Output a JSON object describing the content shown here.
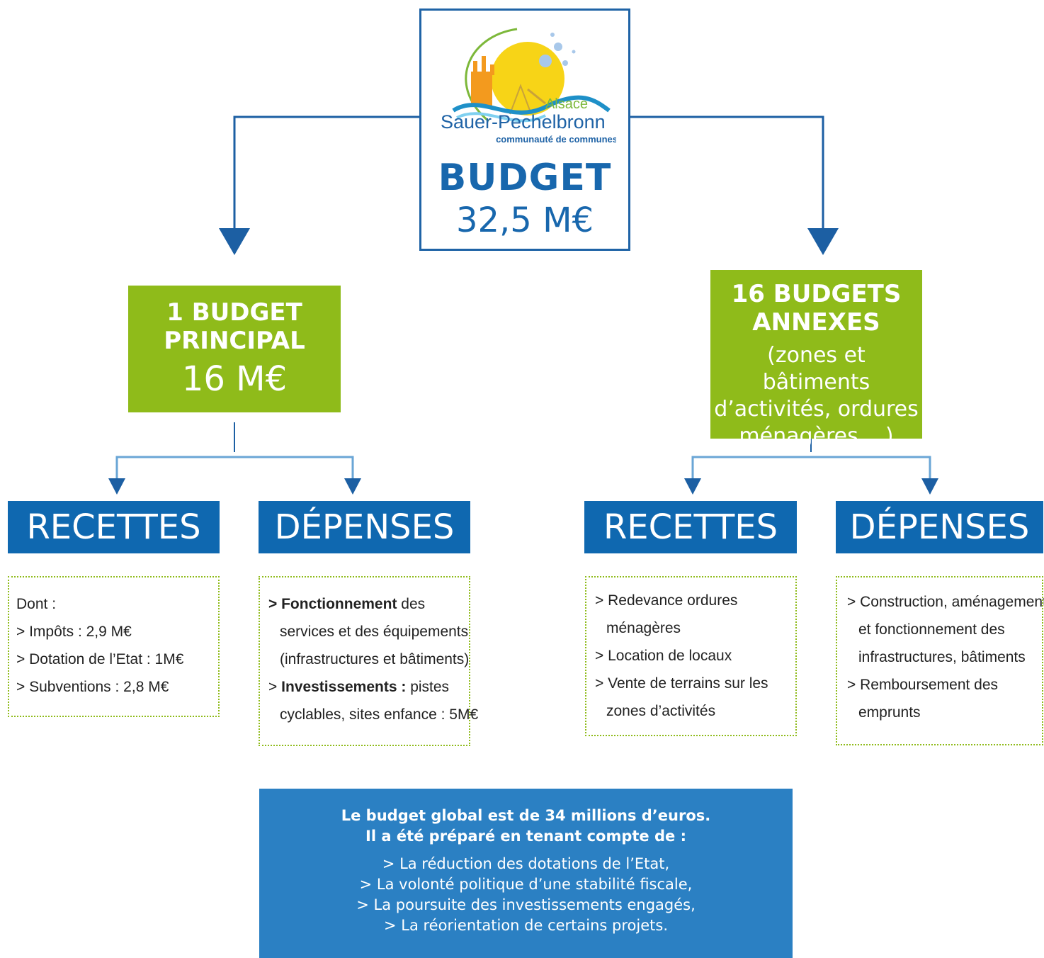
{
  "budget": {
    "logo": {
      "brand": "Sauer-Pechelbronn",
      "region": "Alsace",
      "subtitle": "communauté de communes"
    },
    "title": "BUDGET",
    "amount": "32,5 M€"
  },
  "principal": {
    "title_line1": "1 BUDGET",
    "title_line2": "PRINCIPAL",
    "amount": "16 M€",
    "recettes": {
      "header": "RECETTES",
      "items": [
        "Dont :",
        "> Impôts : 2,9 M€",
        "> Dotation de l’Etat : 1M€",
        "> Subventions : 2,8 M€"
      ]
    },
    "depenses": {
      "header": "DÉPENSES",
      "item1_marker": ">",
      "item1_bold": "Fonctionnement",
      "item1_rest": " des",
      "item1_line2": "services et des équipements",
      "item1_line3": "(infrastructures et bâtiments)",
      "item2_marker": ">",
      "item2_bold": "Investissements :",
      "item2_rest": " pistes",
      "item2_line2": "cyclables, sites enfance : 5M€"
    }
  },
  "annexes": {
    "title_line1": "16 BUDGETS",
    "title_line2": "ANNEXES",
    "sub_line1": "(zones et bâtiments",
    "sub_line2": "d’activités, ordures",
    "sub_line3": "ménagères,...)",
    "recettes": {
      "header": "RECETTES",
      "item1_line1": "> Redevance ordures",
      "item1_line2": "ménagères",
      "item2": "> Location de locaux",
      "item3_line1": "> Vente de terrains sur les",
      "item3_line2": "zones d’activités"
    },
    "depenses": {
      "header": "DÉPENSES",
      "item1_line1": "> Construction, aménagement",
      "item1_line2": "et fonctionnement des",
      "item1_line3": "infrastructures, bâtiments",
      "item2_line1": "> Remboursement des",
      "item2_line2": "emprunts"
    }
  },
  "info": {
    "heading_line1": "Le budget global est de 34 millions d’euros.",
    "heading_line2": "Il a été préparé en tenant compte de :",
    "items": [
      "> La réduction des dotations de l’Etat,",
      "> La volonté politique d’une stabilité fiscale,",
      "> La poursuite des investissements engagés,",
      "> La réorientation de certains projets."
    ]
  },
  "colors": {
    "dark_blue": "#1867ad",
    "header_blue": "#0f68b0",
    "info_blue": "#2b80c3",
    "green": "#8fbb1a",
    "light_connector": "#6aa6d6"
  }
}
